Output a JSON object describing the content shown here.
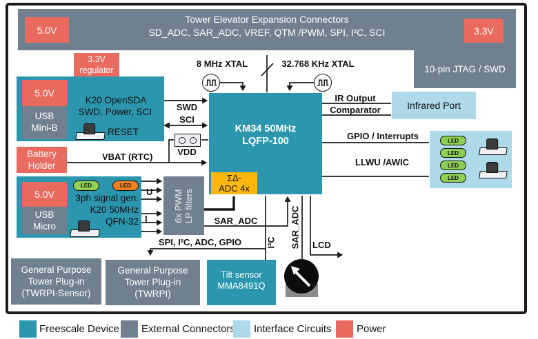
{
  "colors": {
    "freescale_teal": "#2b96ad",
    "connector_gray": "#71808e",
    "interface_lightblue": "#aed9e8",
    "power_red": "#e96a5f",
    "adc_yellow": "#fdb70d",
    "led_green": "#8ed054",
    "led_orange": "#f08021"
  },
  "banner": {
    "line1": "Tower Elevator Expansion Connectors",
    "line2": "SD_ADC, SAR_ADC, VREF, QTM /PWM, SPI, I²C, SCI",
    "left_power": "5.0V",
    "right_power": "3.3V"
  },
  "regulator": {
    "line1": "3.3V",
    "line2": "regulator"
  },
  "jtag": {
    "label": "10-pin JTAG / SWD"
  },
  "xtal": {
    "left": "8 MHz XTAL",
    "right": "32.768 KHz XTAL"
  },
  "opensda": {
    "power": "5.0V",
    "usb1": "USB",
    "usb2": "Mini-B",
    "title1": "K20 OpenSDA",
    "title2": "SWD, Power, SCI",
    "reset": "RESET"
  },
  "battery": {
    "line1": "Battery",
    "line2": "Holder"
  },
  "mcu": {
    "line1": "KM34 50MHz",
    "line2": "LQFP-100",
    "adc1": "ΣΔ-",
    "adc2": "ADC 4x"
  },
  "signalgen": {
    "power": "5.0V",
    "usb1": "USB",
    "usb2": "Micro",
    "led_left": "LED",
    "led_right": "LED",
    "line1": "3ph signal gen.",
    "line2": "K20 50MHz",
    "line3": "QFN-32"
  },
  "pwm": {
    "line1": "6x PWM",
    "line2": "LP filters"
  },
  "infrared": {
    "label": "Infrared Port"
  },
  "ledbox": {
    "leds": [
      "LED",
      "LED",
      "LED",
      "LED"
    ]
  },
  "tilt": {
    "line1": "Tilt sensor",
    "line2": "MMA8491Q"
  },
  "twrpi_sensor": {
    "line1": "General Purpose",
    "line2": "Tower Plug-in",
    "line3": "(TWRPI-Sensor)"
  },
  "twrpi": {
    "line1": "General Purpose",
    "line2": "Tower Plug-in",
    "line3": "(TWRPI)"
  },
  "wires": {
    "swd": "SWD",
    "sci": "SCI",
    "vdd": "VDD",
    "vbat": "VBAT (RTC)",
    "u": "U",
    "i": "I",
    "sar_adc_h": "SAR_ADC",
    "spi_bus": "SPI, I²C, ADC, GPIO",
    "i2c_v": "I²C",
    "sar_adc_v": "SAR_ADC",
    "lcd": "LCD",
    "ir1": "IR Output",
    "ir2": "Comparator",
    "gpio": "GPIO / Interrupts",
    "llwu": "LLWU /AWIC"
  },
  "legend": [
    {
      "label": "Freescale Device",
      "color": "#2b96ad"
    },
    {
      "label": "External Connectors",
      "color": "#71808e"
    },
    {
      "label": "Interface Circuits",
      "color": "#aed9e8"
    },
    {
      "label": "Power",
      "color": "#e96a5f"
    }
  ]
}
